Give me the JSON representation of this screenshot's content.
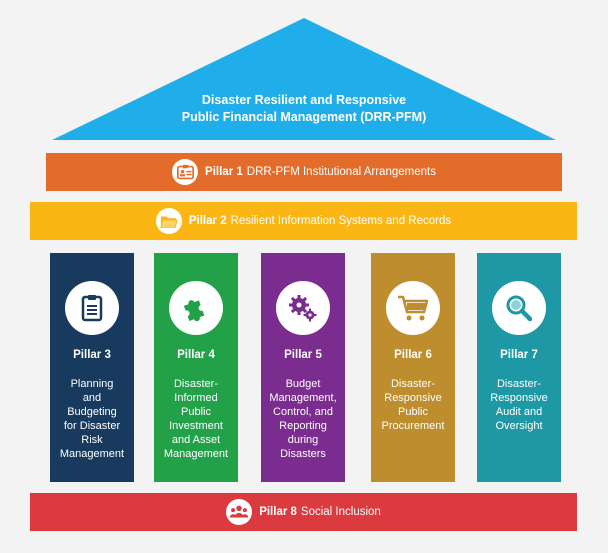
{
  "roof": {
    "line1": "Disaster Resilient and Responsive",
    "line2": "Public Financial Management (DRR-PFM)",
    "color": "#1faee9"
  },
  "bands": [
    {
      "key": "Pillar 1",
      "text": "DRR-PFM Institutional Arrangements",
      "color": "#e46c2b",
      "icon": "id-card-icon"
    },
    {
      "key": "Pillar 2",
      "text": "Resilient Information Systems and Records",
      "color": "#fbb614",
      "icon": "folder-icon"
    },
    {
      "key": "Pillar 8",
      "text": "Social Inclusion",
      "color": "#db3a3e",
      "icon": "people-group-icon"
    }
  ],
  "pillars": [
    {
      "title": "Pillar 3",
      "desc": [
        "Planning",
        "and",
        "Budgeting",
        "for Disaster",
        "Risk",
        "Management"
      ],
      "color": "#173a5e",
      "icon": "clipboard-icon"
    },
    {
      "title": "Pillar 4",
      "desc": [
        "Disaster-",
        "Informed",
        "Public",
        "Investment",
        "and Asset",
        "Management"
      ],
      "color": "#22a149",
      "icon": "puzzle-icon"
    },
    {
      "title": "Pillar 5",
      "desc": [
        "Budget",
        "Management,",
        "Control, and",
        "Reporting",
        "during",
        "Disasters"
      ],
      "color": "#7b2c8f",
      "icon": "gears-icon"
    },
    {
      "title": "Pillar 6",
      "desc": [
        "Disaster-",
        "Responsive",
        "Public",
        "Procurement"
      ],
      "color": "#bd8d2e",
      "icon": "shopping-cart-icon"
    },
    {
      "title": "Pillar 7",
      "desc": [
        "Disaster-",
        "Responsive",
        "Audit and",
        "Oversight"
      ],
      "color": "#1e98a5",
      "icon": "magnifier-icon"
    }
  ]
}
